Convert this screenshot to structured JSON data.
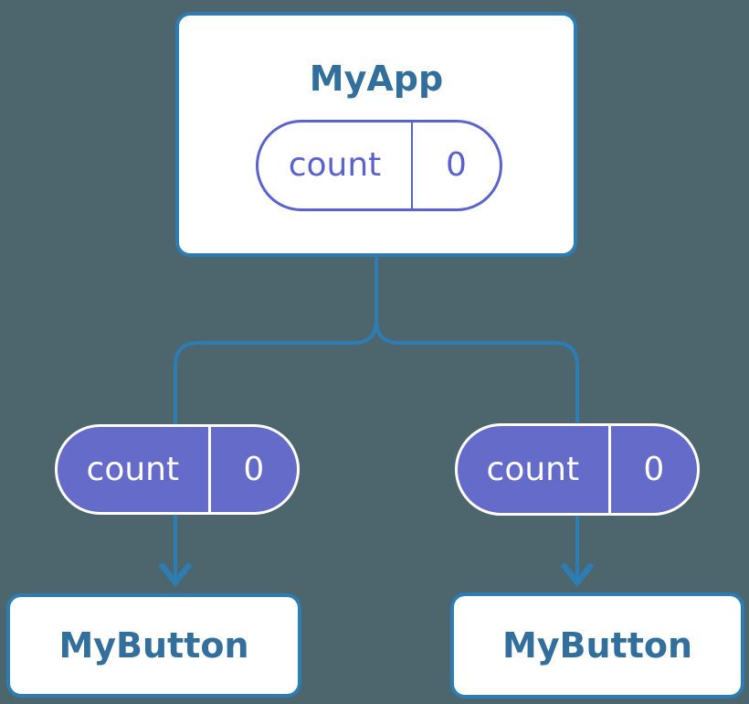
{
  "diagram": {
    "description": "Component tree with shared state pills",
    "colors": {
      "background": "#4d656d",
      "connector_blue": "#2d7cb2",
      "title_blue": "#336f9d",
      "pill_purple_fill": "#646bc9",
      "pill_purple_outline": "#5a62cd",
      "card_fill": "#ffffff"
    },
    "root": {
      "title": "MyApp",
      "state": {
        "key": "count",
        "value": "0"
      }
    },
    "children": [
      {
        "title": "MyButton",
        "state": {
          "key": "count",
          "value": "0"
        }
      },
      {
        "title": "MyButton",
        "state": {
          "key": "count",
          "value": "0"
        }
      }
    ]
  }
}
